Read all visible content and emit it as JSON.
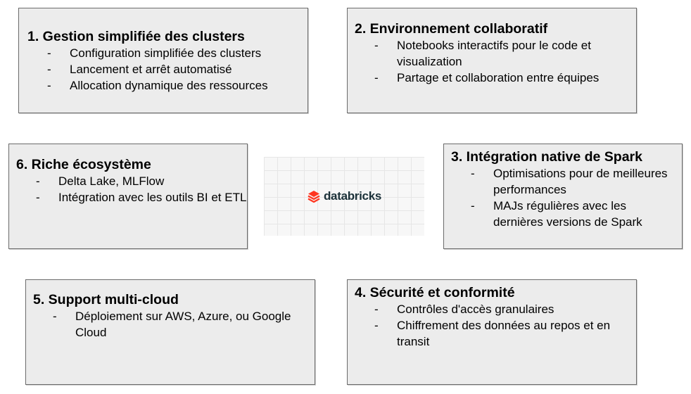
{
  "colors": {
    "box_background": "#ececec",
    "box_border": "#6b6b6b",
    "logo_accent": "#ff3621",
    "logo_text": "#1b3139"
  },
  "logo": {
    "text": "databricks",
    "icon": "databricks-layers-icon"
  },
  "boxes": {
    "b1": {
      "title": "1. Gestion simplifiée des clusters",
      "items": [
        "Configuration simplifiée des clusters",
        "Lancement et arrêt automatisé",
        "Allocation dynamique des ressources"
      ]
    },
    "b2": {
      "title": "2. Environnement collaboratif",
      "items": [
        "Notebooks interactifs pour le code et visualization",
        "Partage et collaboration entre équipes"
      ]
    },
    "b3": {
      "title": "3. Intégration native de Spark",
      "items": [
        "Optimisations pour de meilleures performances",
        "MAJs régulières avec les dernières versions de Spark"
      ]
    },
    "b4": {
      "title": "4. Sécurité et conformité",
      "items": [
        "Contrôles d'accès granulaires",
        "Chiffrement des données au repos et en transit"
      ]
    },
    "b5": {
      "title": "5. Support multi-cloud",
      "items": [
        "Déploiement sur AWS, Azure, ou Google Cloud"
      ]
    },
    "b6": {
      "title": "6. Riche écosystème",
      "items": [
        "Delta Lake, MLFlow",
        "Intégration avec les outils BI et ETL"
      ]
    }
  }
}
